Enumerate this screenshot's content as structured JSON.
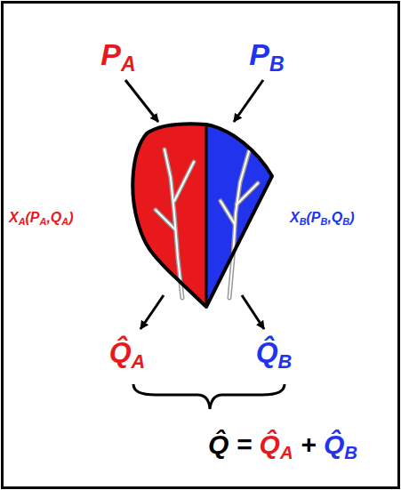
{
  "diagram": {
    "labels": [
      "PA",
      "PB",
      "XA(PA,QA)",
      "XB(PB,QB)",
      "Q̂A",
      "Q̂B",
      "Q̂ = Q̂A + Q̂B"
    ]
  }
}
